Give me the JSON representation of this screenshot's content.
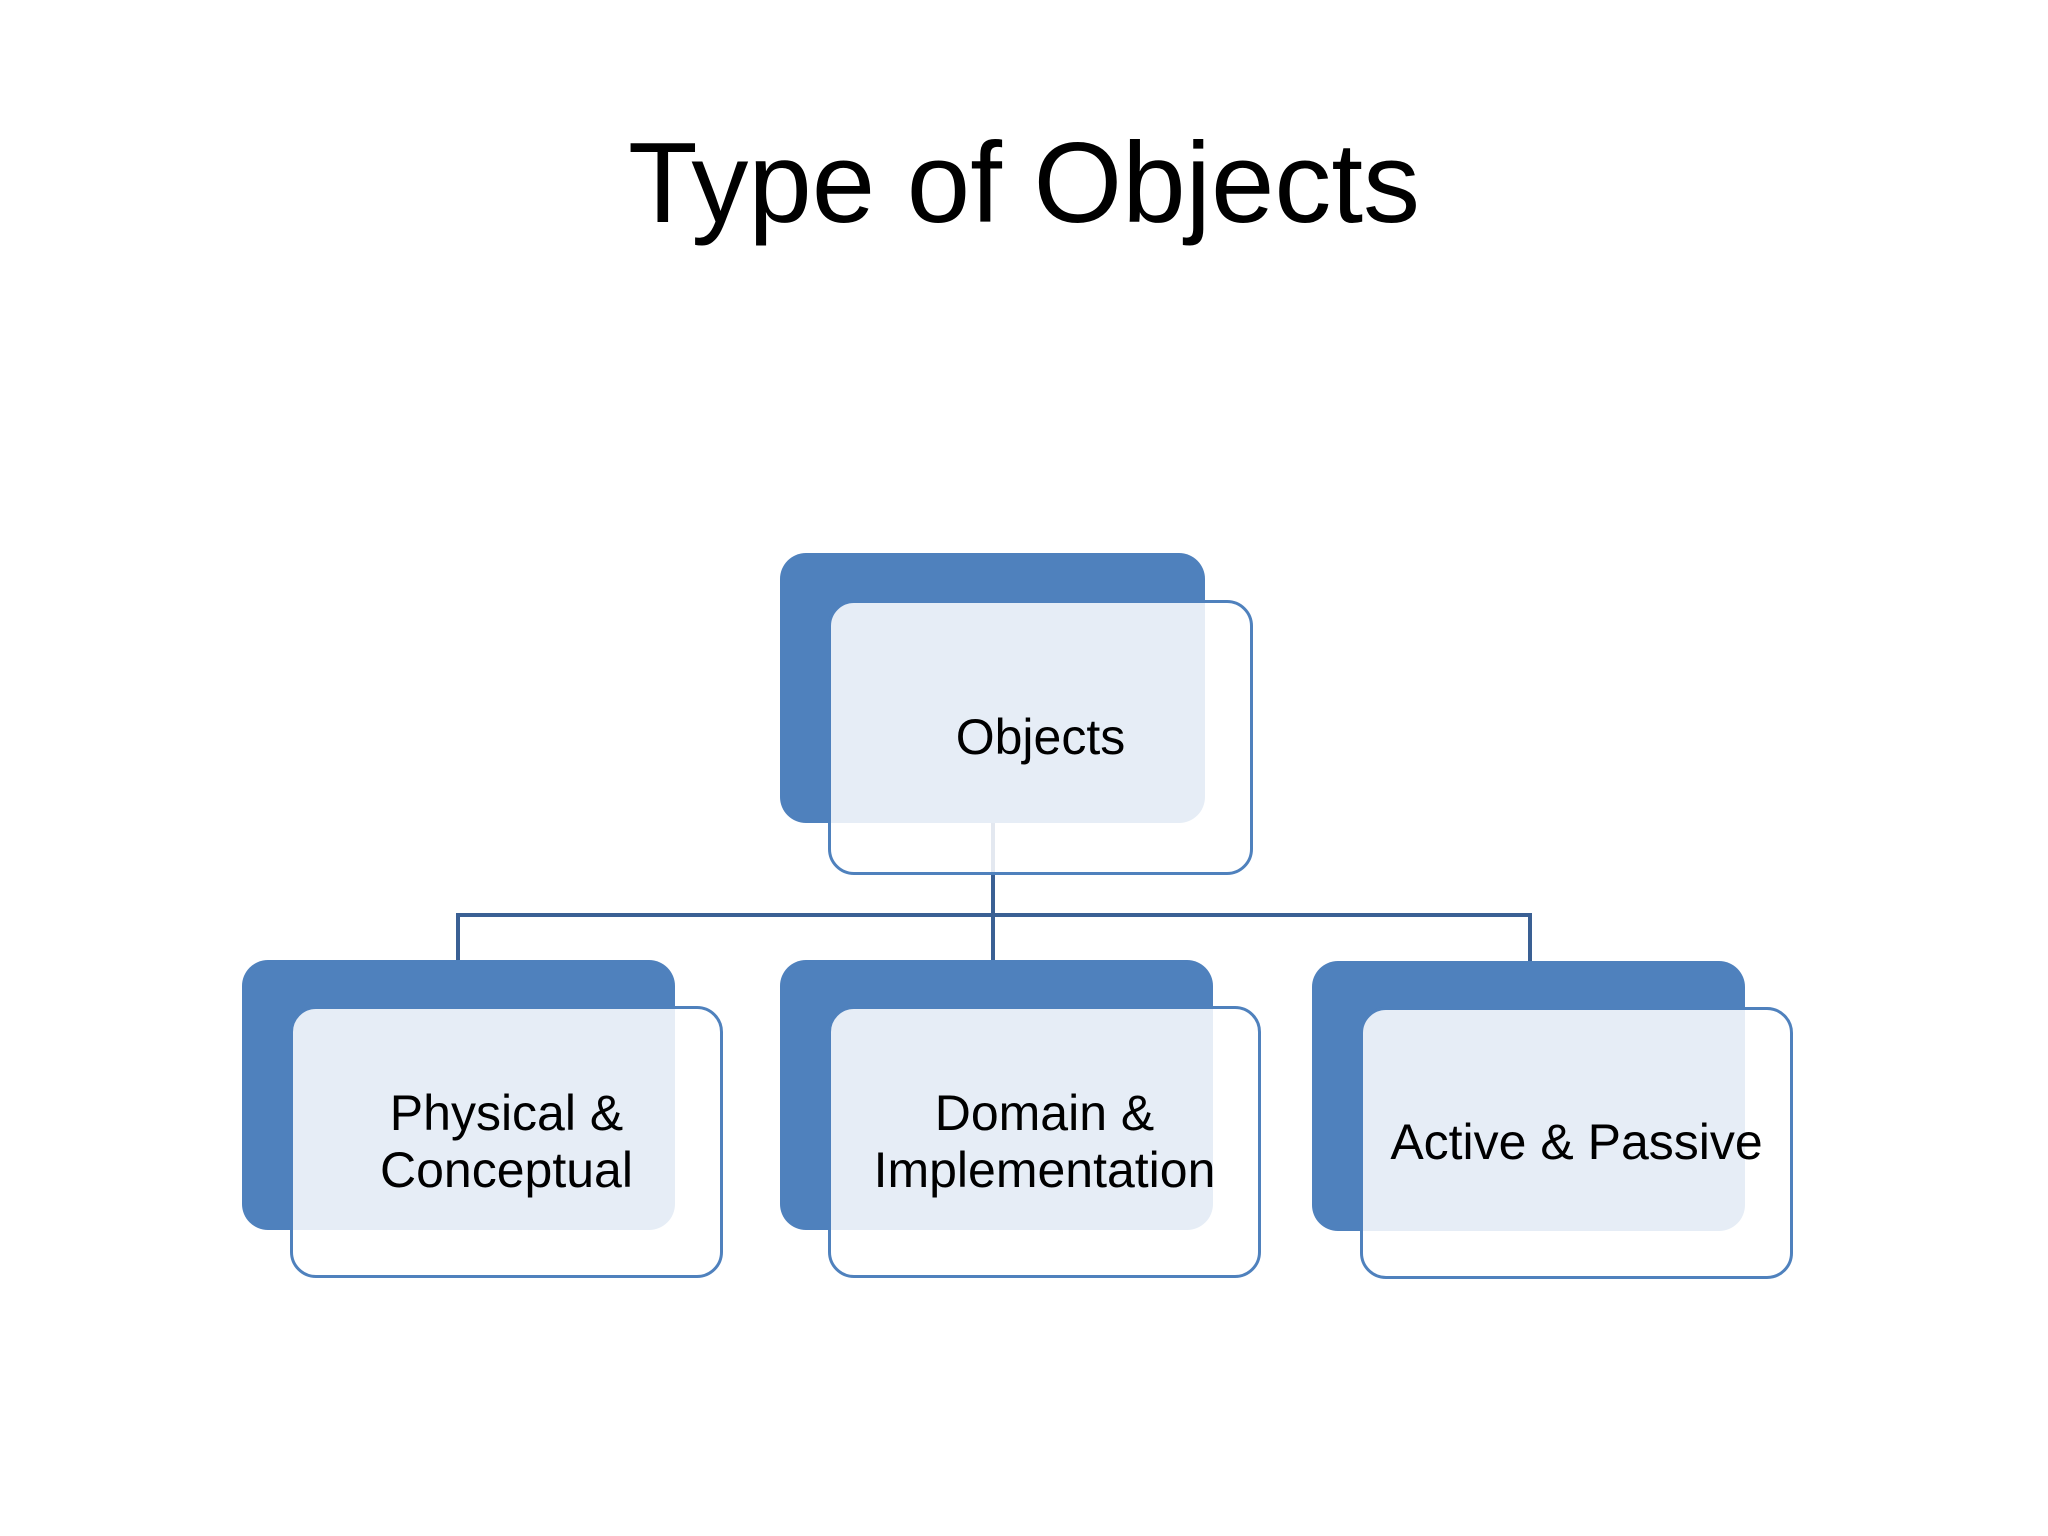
{
  "slide": {
    "title": "Type of Objects"
  },
  "diagram": {
    "type": "hierarchy",
    "root": {
      "label": "Objects"
    },
    "children": [
      {
        "label": "Physical & Conceptual"
      },
      {
        "label": "Domain & Implementation"
      },
      {
        "label": "Active & Passive"
      }
    ]
  },
  "colors": {
    "background": "#FFFFFF",
    "shape_fill": "#4F81BD",
    "shape_border": "#4F81BD",
    "front_fill_overlay": "rgba(255,255,255,0.86)",
    "connector": "#3A6094",
    "text": "#000000"
  }
}
